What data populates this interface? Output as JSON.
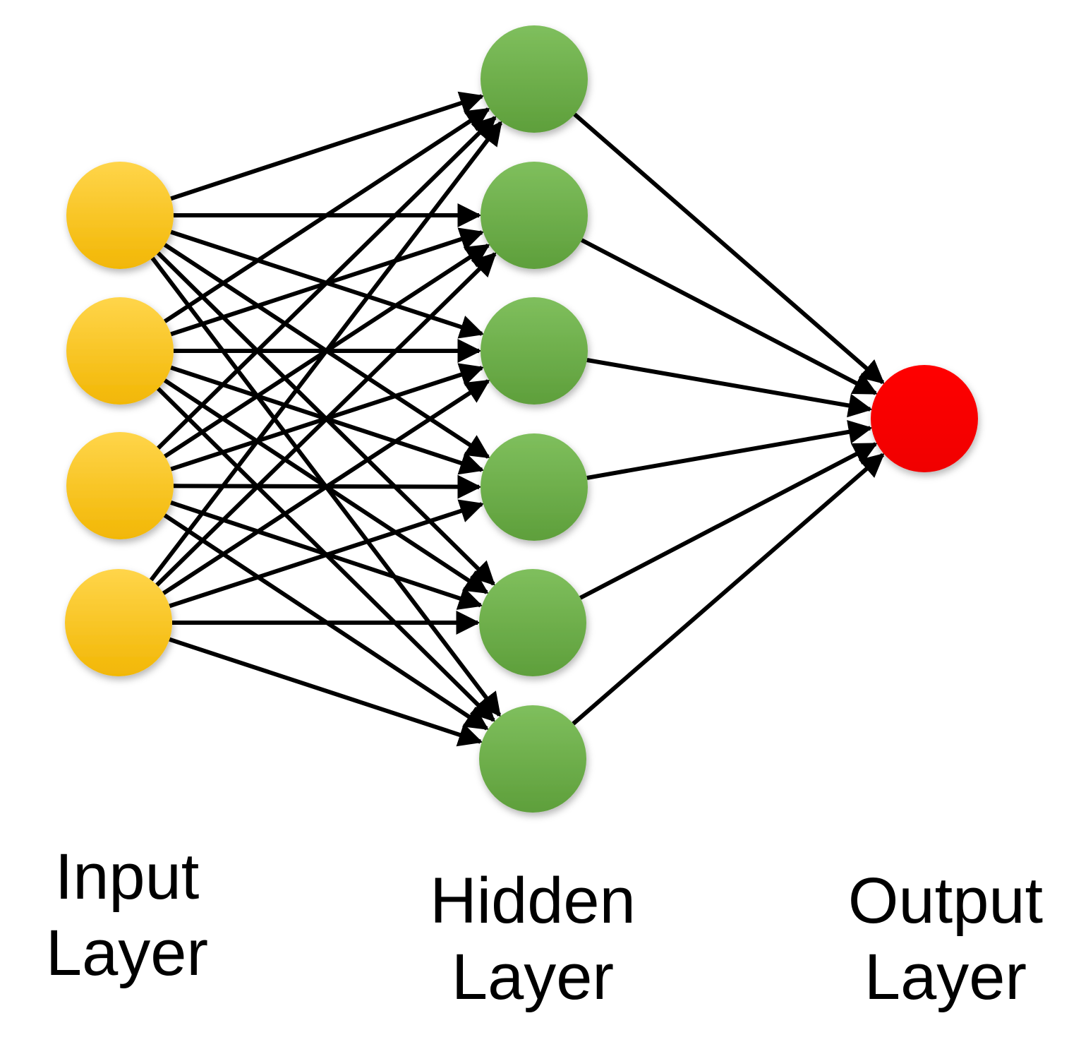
{
  "diagram": {
    "type": "feedforward-neural-network",
    "edges_direction": "left-to-right, fully connected between adjacent layers",
    "layers": [
      {
        "id": "input",
        "label_line1": "Input",
        "label_line2": "Layer",
        "node_count": 4,
        "color": "#fcc419",
        "color_light": "#ffd54a",
        "color_dark": "#f2b705"
      },
      {
        "id": "hidden",
        "label_line1": "Hidden",
        "label_line2": "Layer",
        "node_count": 6,
        "color": "#6cae46",
        "color_light": "#7fbf5d",
        "color_dark": "#5e9f3b"
      },
      {
        "id": "output",
        "label_line1": "Output",
        "label_line2": "Layer",
        "node_count": 1,
        "color": "#ff0000",
        "color_light": "#ff0000",
        "color_dark": "#f00000"
      }
    ],
    "edge_color": "#000000"
  }
}
